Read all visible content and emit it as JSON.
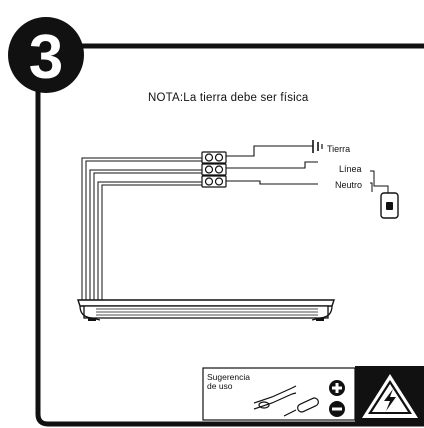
{
  "step": {
    "number": "3"
  },
  "note": {
    "text": "NOTA:La tierra debe ser física"
  },
  "wires": {
    "ground": "Tierra",
    "line": "Línea",
    "neutral": "Neutro"
  },
  "suggestion": {
    "line1": "Sugerencia",
    "line2": "de uso"
  },
  "icons": {
    "step_badge": "number-3-badge-icon",
    "terminal": "terminal-block-icon",
    "ground": "ground-symbol-icon",
    "switch": "wall-switch-icon",
    "fixture": "led-fixture-icon",
    "pliers": "pliers-icon",
    "screwdriver": "screwdriver-icon",
    "plus": "plus-icon",
    "minus": "minus-icon",
    "warning": "high-voltage-warning-icon"
  }
}
